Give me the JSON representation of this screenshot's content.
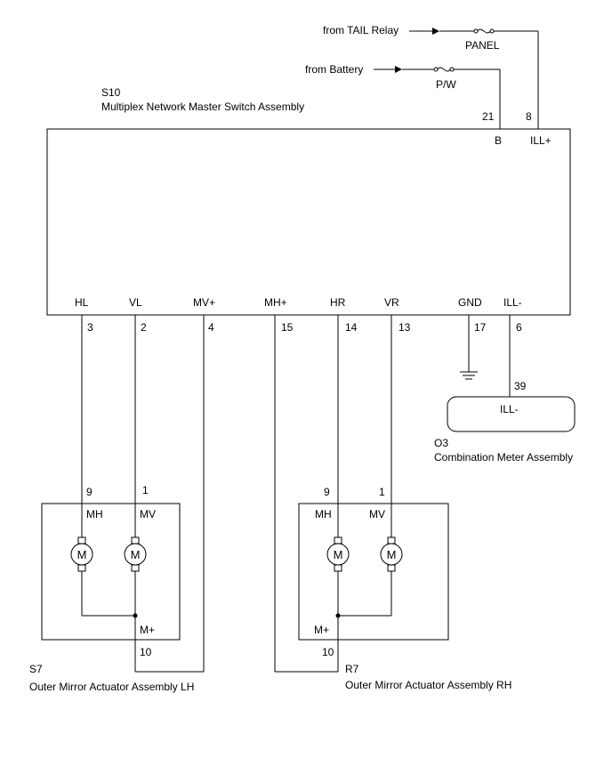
{
  "sources": {
    "tail_relay": "from TAIL Relay",
    "battery": "from Battery"
  },
  "fuses": {
    "panel": "PANEL",
    "pw": "P/W"
  },
  "master_switch": {
    "code": "S10",
    "name": "Multiplex Network Master Switch Assembly",
    "top_pins": [
      {
        "num": "21",
        "label": "B"
      },
      {
        "num": "8",
        "label": "ILL+"
      }
    ],
    "bottom_pins": [
      {
        "num": "3",
        "label": "HL"
      },
      {
        "num": "2",
        "label": "VL"
      },
      {
        "num": "4",
        "label": "MV+"
      },
      {
        "num": "15",
        "label": "MH+"
      },
      {
        "num": "14",
        "label": "HR"
      },
      {
        "num": "13",
        "label": "VR"
      },
      {
        "num": "17",
        "label": "GND"
      },
      {
        "num": "6",
        "label": "ILL-"
      }
    ]
  },
  "combination_meter": {
    "code": "O3",
    "name": "Combination Meter Assembly",
    "pin_num": "39",
    "pin_label": "ILL-"
  },
  "mirror_lh": {
    "code": "S7",
    "name": "Outer Mirror Actuator Assembly LH",
    "pins": [
      {
        "num": "9",
        "label": "MH"
      },
      {
        "num": "1",
        "label": "MV"
      },
      {
        "num": "10",
        "label": "M+"
      }
    ],
    "motor_label": "M"
  },
  "mirror_rh": {
    "code": "R7",
    "name": "Outer Mirror Actuator Assembly RH",
    "pins": [
      {
        "num": "9",
        "label": "MH"
      },
      {
        "num": "1",
        "label": "MV"
      },
      {
        "num": "10",
        "label": "M+"
      }
    ],
    "motor_label": "M"
  }
}
